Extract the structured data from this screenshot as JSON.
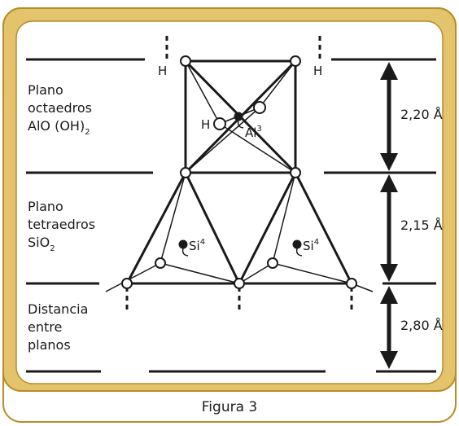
{
  "colors": {
    "frame_gold": "#e3c36b",
    "frame_border": "#b98b2a",
    "panel_fill": "#ffffff",
    "ink": "#1a1a1a"
  },
  "regions": {
    "octaedros": {
      "line1": "Plano",
      "line2": "octaedros",
      "line3": "AlO (OH)",
      "line3_sub": "2"
    },
    "tetraedros": {
      "line1": "Plano",
      "line2": "tetraedros",
      "line3": "SiO",
      "line3_sub": "2"
    },
    "distancia": {
      "line1": "Distancia",
      "line2": "entre",
      "line3": "planos"
    }
  },
  "atoms": {
    "h_left": "H",
    "h_right": "H",
    "h_center": "H",
    "al": "Al",
    "al_sup": "3",
    "si_left": "Si",
    "si_left_sup": "4",
    "si_right": "Si",
    "si_right_sup": "4"
  },
  "distances": {
    "d1": "2,20 Å",
    "d2": "2,15 Å",
    "d3": "2,80 Å"
  },
  "caption": "Figura 3"
}
